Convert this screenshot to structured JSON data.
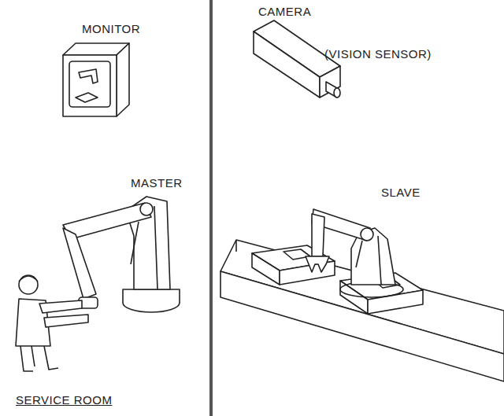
{
  "diagram": {
    "labels": [
      "MONITOR",
      "MASTER",
      "SERVICE ROOM",
      "CAMERA",
      "(VISION SENSOR)",
      "SLAVE"
    ]
  }
}
